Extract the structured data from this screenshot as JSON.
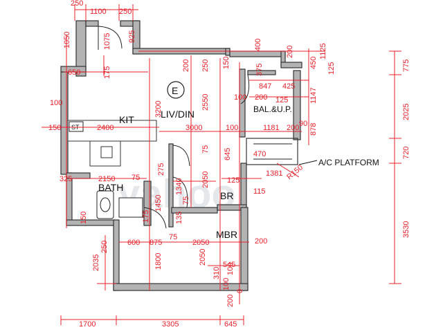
{
  "plan": {
    "rooms": {
      "liv_din": "LIV/DIN",
      "kit": "KIT",
      "bath": "BATH",
      "br": "BR",
      "mbr": "MBR",
      "bal": "BAL.&U.P.",
      "unit_mark": "E",
      "st": "ST"
    },
    "annotation": {
      "ac_platform": "A/C PLATFORM",
      "radius": "R150"
    },
    "top_dims": [
      "250",
      "1100",
      "250"
    ],
    "right_dims": [
      "775",
      "2025",
      "720",
      "3530"
    ],
    "bottom_dims": [
      "1700",
      "3305",
      "645"
    ],
    "inner_dims": {
      "d1050": "1050",
      "d1075": "1075",
      "d925": "925",
      "d400": "400",
      "d200a": "200",
      "d1125": "1125",
      "d450": "450",
      "d125a": "125",
      "d650": "650",
      "d175a": "175",
      "d200b": "200",
      "d250": "250",
      "d150a": "150",
      "d375": "375",
      "d847": "847",
      "d425": "425",
      "d1147": "1147",
      "d100a": "100",
      "d200c": "200",
      "d125b": "125",
      "d3200": "3200",
      "d2550": "2550",
      "d100b": "100",
      "d150b": "150",
      "d2400": "2400",
      "d3000": "3000",
      "d100c": "100",
      "d1181": "1181",
      "d200d": "200",
      "d90": "90",
      "d878": "878",
      "d645": "645",
      "d75a": "75",
      "d470": "470",
      "d1381": "1381",
      "d325": "325",
      "d2150": "2150",
      "d75b": "75",
      "d275": "275",
      "d2050a": "2050",
      "d1340": "1340",
      "d125c": "125",
      "d115": "115",
      "d1450": "1450",
      "d75c": "75",
      "d135": "135",
      "d175b": "175",
      "d150c": "150",
      "d600": "600",
      "d875": "875",
      "d75d": "75",
      "d2050b": "2050",
      "d200e": "200",
      "d2035": "2035",
      "d250b": "250",
      "d1800": "1800",
      "d2050c": "2050",
      "d545": "545",
      "d100d": "100",
      "d310": "310",
      "d200f": "200",
      "d0": "0",
      "d100e": "100"
    },
    "watermark": "yahoo"
  },
  "colors": {
    "dimension": "#e8202a",
    "wall": "#b3b3b3",
    "line": "#222222"
  }
}
